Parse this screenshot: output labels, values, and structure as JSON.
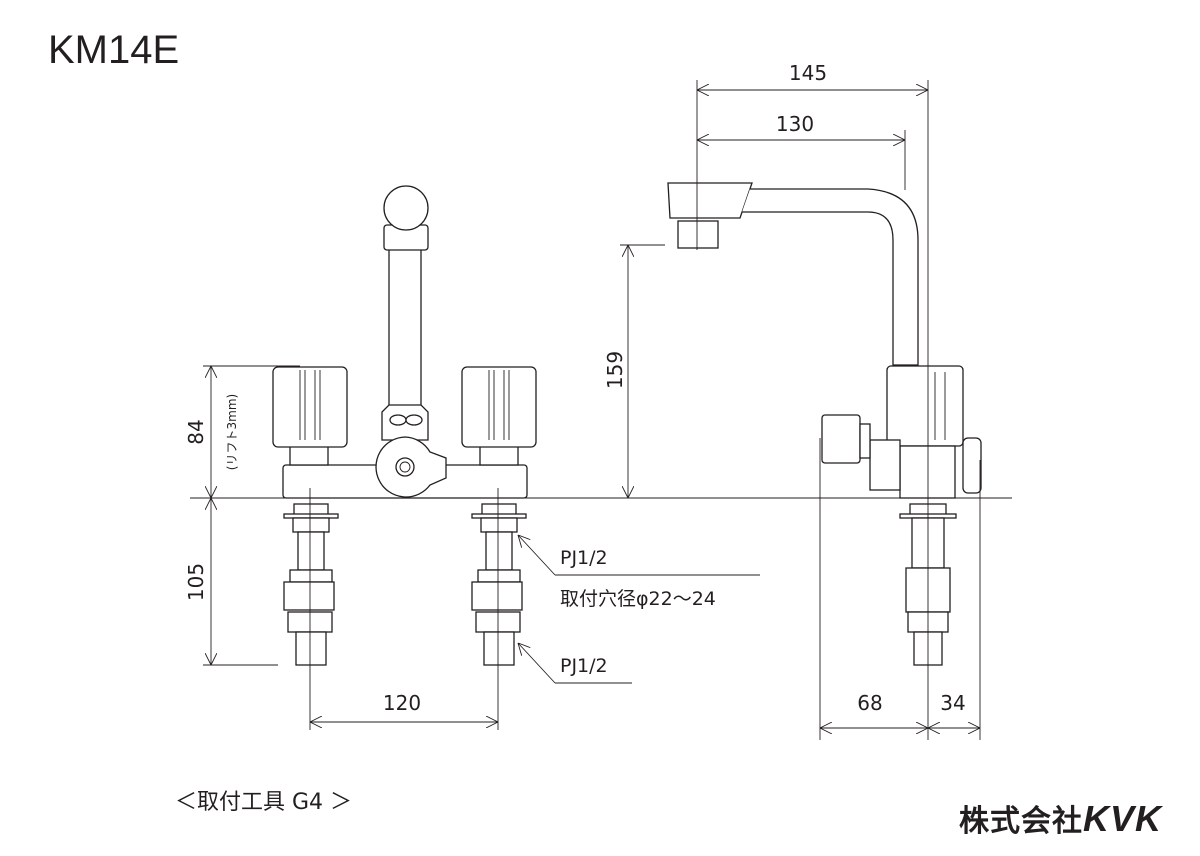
{
  "model": "KM14E",
  "dimensions": {
    "d145": "145",
    "d130": "130",
    "d159": "159",
    "d84": "84",
    "lift_note": "(リフト3mm)",
    "d105": "105",
    "d120": "120",
    "d68": "68",
    "d34": "34"
  },
  "annotations": {
    "pj_upper": "PJ1/2",
    "mount_hole": "取付穴径φ22～24",
    "pj_lower": "PJ1/2"
  },
  "tool_note": "＜取付工具 G4 ＞",
  "brand": {
    "prefix": "株式会社",
    "name": "KVK"
  }
}
